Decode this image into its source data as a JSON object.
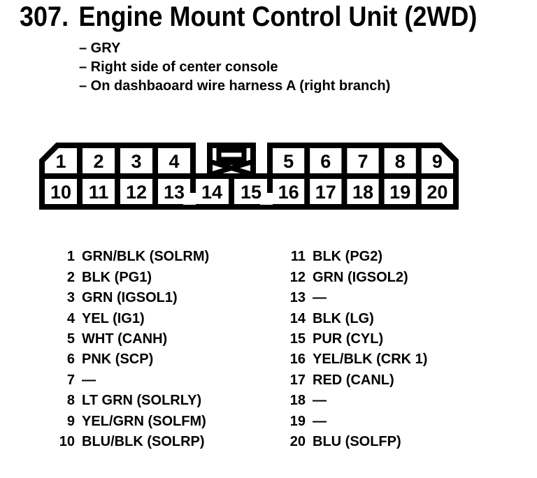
{
  "title": {
    "number": "307.",
    "text": "Engine Mount Control Unit (2WD)"
  },
  "details": [
    "– GRY",
    "– Right side of center console",
    "– On dashbaoard wire harness A (right branch)"
  ],
  "connector": {
    "top_left_pins": [
      "1",
      "2",
      "3",
      "4"
    ],
    "top_right_pins": [
      "5",
      "6",
      "7",
      "8",
      "9"
    ],
    "bottom_pins": [
      "10",
      "11",
      "12",
      "13",
      "14",
      "15",
      "16",
      "17",
      "18",
      "19",
      "20"
    ]
  },
  "pinout": {
    "left": [
      {
        "pin": "1",
        "label": "GRN/BLK (SOLRM)"
      },
      {
        "pin": "2",
        "label": "BLK (PG1)"
      },
      {
        "pin": "3",
        "label": "GRN (IGSOL1)"
      },
      {
        "pin": "4",
        "label": "YEL (IG1)"
      },
      {
        "pin": "5",
        "label": "WHT (CANH)"
      },
      {
        "pin": "6",
        "label": "PNK (SCP)"
      },
      {
        "pin": "7",
        "label": "—"
      },
      {
        "pin": "8",
        "label": "LT GRN (SOLRLY)"
      },
      {
        "pin": "9",
        "label": "YEL/GRN (SOLFM)"
      },
      {
        "pin": "10",
        "label": "BLU/BLK (SOLRP)"
      }
    ],
    "right": [
      {
        "pin": "11",
        "label": "BLK (PG2)"
      },
      {
        "pin": "12",
        "label": "GRN (IGSOL2)"
      },
      {
        "pin": "13",
        "label": "—"
      },
      {
        "pin": "14",
        "label": "BLK (LG)"
      },
      {
        "pin": "15",
        "label": "PUR (CYL)"
      },
      {
        "pin": "16",
        "label": "YEL/BLK (CRK 1)"
      },
      {
        "pin": "17",
        "label": "RED (CANL)"
      },
      {
        "pin": "18",
        "label": "—"
      },
      {
        "pin": "19",
        "label": "—"
      },
      {
        "pin": "20",
        "label": "BLU (SOLFP)"
      }
    ]
  },
  "colors": {
    "ink": "#000000",
    "paper": "#ffffff"
  }
}
